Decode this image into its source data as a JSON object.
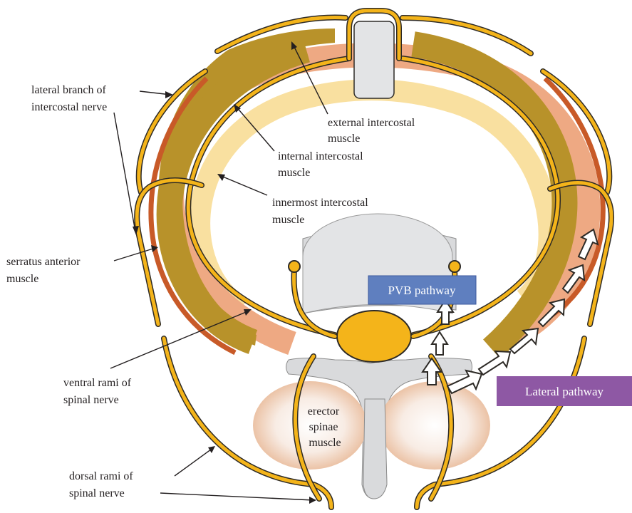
{
  "labels": {
    "lateral_branch": [
      "lateral branch of",
      "intercostal nerve"
    ],
    "external_intercostal": [
      "external intercostal",
      "muscle"
    ],
    "internal_intercostal": [
      "internal intercostal",
      "muscle"
    ],
    "innermost_intercostal": [
      "innermost intercostal",
      "muscle"
    ],
    "serratus_anterior": [
      "serratus anterior",
      "muscle"
    ],
    "ventral_rami": [
      "ventral rami of",
      "spinal nerve"
    ],
    "dorsal_rami": [
      "dorsal rami of",
      "spinal nerve"
    ],
    "erector_spinae": [
      "erector",
      "spinae",
      "muscle"
    ]
  },
  "pathways": {
    "pvb": "PVB pathway",
    "lateral": "Lateral pathway"
  },
  "colors": {
    "external_intercostal": "#b8922a",
    "internal_intercostal": "#eea983",
    "innermost_intercostal": "#f9e0a0",
    "serratus_anterior": "#c85a28",
    "nerve": "#f4b41a",
    "sternum": "#e3e4e6",
    "vertebra": "#d9dadc",
    "pvb_box": "#5f7fbf",
    "lateral_box": "#8e58a4"
  }
}
